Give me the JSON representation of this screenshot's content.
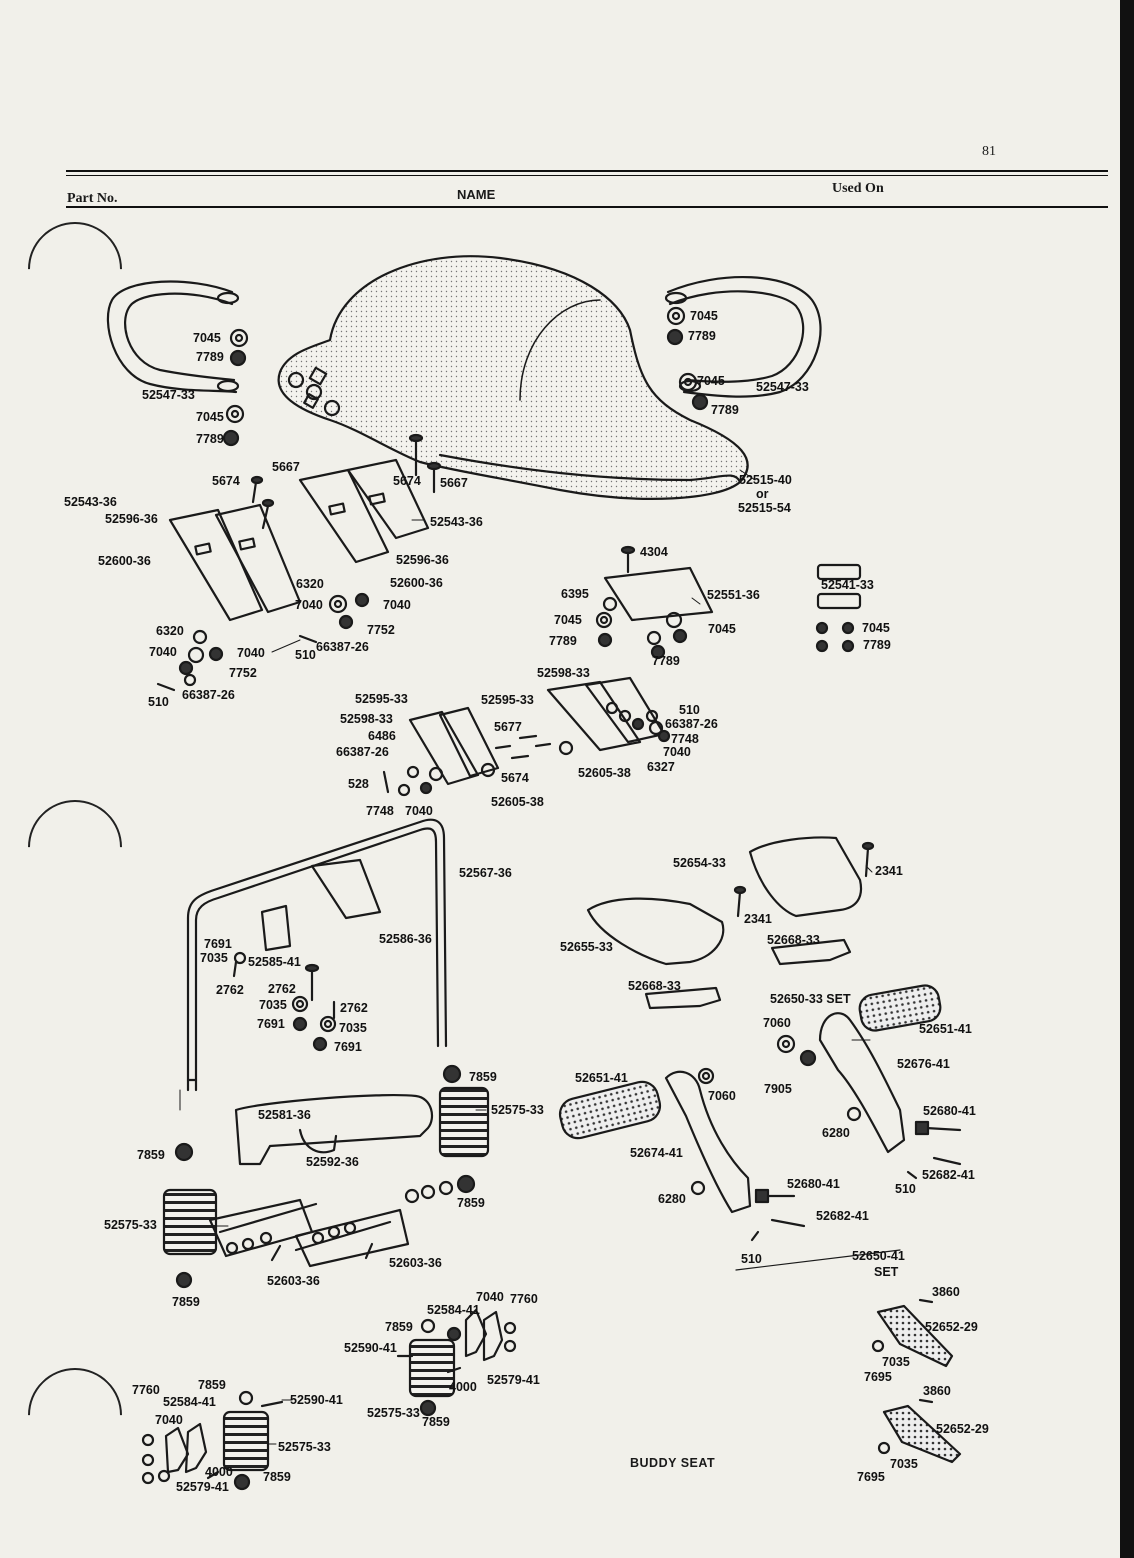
{
  "header": {
    "page_number": "81",
    "col_part_no": "Part No.",
    "col_name": "NAME",
    "col_used_on": "Used On"
  },
  "caption": "BUDDY SEAT",
  "callouts": [
    {
      "text": "7045"
    },
    {
      "text": "7789"
    },
    {
      "text": "52547-33"
    },
    {
      "text": "7045"
    },
    {
      "text": "7789"
    },
    {
      "text": "5667"
    },
    {
      "text": "5674"
    },
    {
      "text": "52543-36"
    },
    {
      "text": "52596-36"
    },
    {
      "text": "52600-36"
    },
    {
      "text": "5674"
    },
    {
      "text": "5667"
    },
    {
      "text": "52543-36"
    },
    {
      "text": "52596-36"
    },
    {
      "text": "6320"
    },
    {
      "text": "52600-36"
    },
    {
      "text": "7040"
    },
    {
      "text": "7040"
    },
    {
      "text": "7752"
    },
    {
      "text": "66387-26"
    },
    {
      "text": "6320"
    },
    {
      "text": "7040"
    },
    {
      "text": "7040"
    },
    {
      "text": "7752"
    },
    {
      "text": "510"
    },
    {
      "text": "66387-26"
    },
    {
      "text": "510"
    },
    {
      "text": "7045"
    },
    {
      "text": "7789"
    },
    {
      "text": "7045"
    },
    {
      "text": "52547-33"
    },
    {
      "text": "7789"
    },
    {
      "text": "52515-40"
    },
    {
      "text": "or"
    },
    {
      "text": "52515-54"
    },
    {
      "text": "4304"
    },
    {
      "text": "52541-33"
    },
    {
      "text": "6395"
    },
    {
      "text": "52551-36"
    },
    {
      "text": "7045"
    },
    {
      "text": "7045"
    },
    {
      "text": "7789"
    },
    {
      "text": "7789"
    },
    {
      "text": "7045"
    },
    {
      "text": "7789"
    },
    {
      "text": "52598-33"
    },
    {
      "text": "52595-33"
    },
    {
      "text": "52595-33"
    },
    {
      "text": "510"
    },
    {
      "text": "52598-33"
    },
    {
      "text": "5677"
    },
    {
      "text": "66387-26"
    },
    {
      "text": "6486"
    },
    {
      "text": "7748"
    },
    {
      "text": "66387-26"
    },
    {
      "text": "7040"
    },
    {
      "text": "6327"
    },
    {
      "text": "528"
    },
    {
      "text": "5674"
    },
    {
      "text": "52605-38"
    },
    {
      "text": "7748"
    },
    {
      "text": "7040"
    },
    {
      "text": "52605-38"
    },
    {
      "text": "52567-36"
    },
    {
      "text": "52654-33"
    },
    {
      "text": "2341"
    },
    {
      "text": "2341"
    },
    {
      "text": "52586-36"
    },
    {
      "text": "52655-33"
    },
    {
      "text": "52668-33"
    },
    {
      "text": "7691"
    },
    {
      "text": "7035"
    },
    {
      "text": "52585-41"
    },
    {
      "text": "2762"
    },
    {
      "text": "2762"
    },
    {
      "text": "52668-33"
    },
    {
      "text": "52650-33 SET"
    },
    {
      "text": "7035"
    },
    {
      "text": "2762"
    },
    {
      "text": "7691"
    },
    {
      "text": "7035"
    },
    {
      "text": "7691"
    },
    {
      "text": "7060"
    },
    {
      "text": "52651-41"
    },
    {
      "text": "52676-41"
    },
    {
      "text": "7859"
    },
    {
      "text": "52575-33"
    },
    {
      "text": "52651-41"
    },
    {
      "text": "7905"
    },
    {
      "text": "7060"
    },
    {
      "text": "52581-36"
    },
    {
      "text": "52680-41"
    },
    {
      "text": "6280"
    },
    {
      "text": "7859"
    },
    {
      "text": "52592-36"
    },
    {
      "text": "52674-41"
    },
    {
      "text": "52682-41"
    },
    {
      "text": "510"
    },
    {
      "text": "52680-41"
    },
    {
      "text": "6280"
    },
    {
      "text": "7859"
    },
    {
      "text": "52575-33"
    },
    {
      "text": "52682-41"
    },
    {
      "text": "52603-36"
    },
    {
      "text": "52603-36"
    },
    {
      "text": "510"
    },
    {
      "text": "52650-41"
    },
    {
      "text": "SET"
    },
    {
      "text": "7859"
    },
    {
      "text": "3860"
    },
    {
      "text": "7040"
    },
    {
      "text": "7760"
    },
    {
      "text": "52584-41"
    },
    {
      "text": "52652-29"
    },
    {
      "text": "7859"
    },
    {
      "text": "52590-41"
    },
    {
      "text": "7035"
    },
    {
      "text": "52579-41"
    },
    {
      "text": "4000"
    },
    {
      "text": "7695"
    },
    {
      "text": "7760"
    },
    {
      "text": "7859"
    },
    {
      "text": "52584-41"
    },
    {
      "text": "52590-41"
    },
    {
      "text": "52575-33"
    },
    {
      "text": "7859"
    },
    {
      "text": "3860"
    },
    {
      "text": "7040"
    },
    {
      "text": "52575-33"
    },
    {
      "text": "52652-29"
    },
    {
      "text": "4000"
    },
    {
      "text": "7859"
    },
    {
      "text": "7035"
    },
    {
      "text": "52579-41"
    },
    {
      "text": "7695"
    }
  ]
}
